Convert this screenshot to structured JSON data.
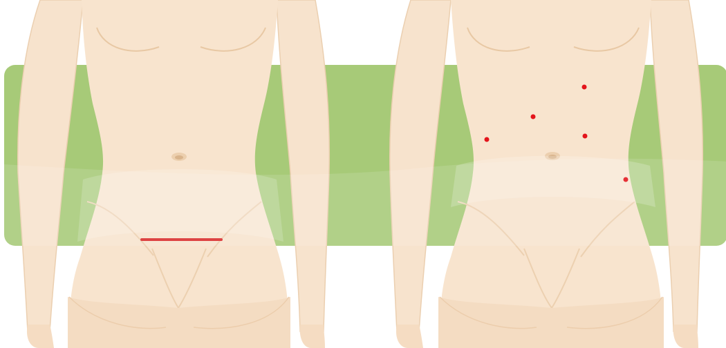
{
  "illustration": {
    "left_panel": "open-incision-torso",
    "right_panel": "laparoscopic-ports-torso",
    "incision_count": 1,
    "port_count": 5
  },
  "colors": {
    "background": "#ffffff",
    "band": "#a7ca78",
    "skin": "#f7e3cd",
    "skin_outline": "#e9c9a6",
    "incision": "#d92a2a",
    "port": "#e3141b"
  },
  "watermark": {
    "text": ""
  }
}
